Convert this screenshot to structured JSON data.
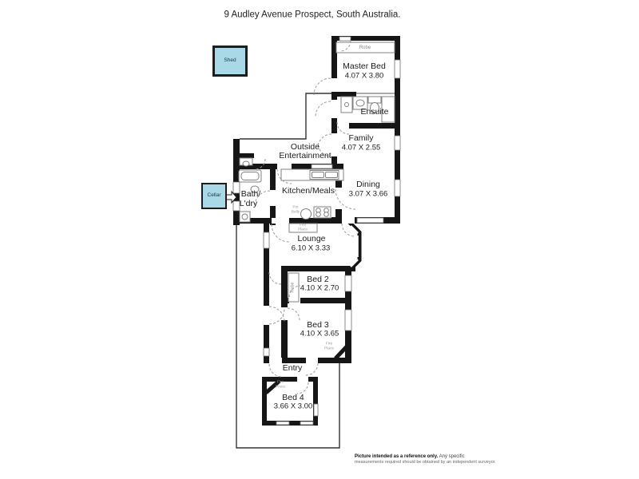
{
  "title": "9 Audley Avenue Prospect, South Australia.",
  "colors": {
    "wall": "#161616",
    "outbuilding_fill": "#a9d8e7"
  },
  "icons": {
    "cellar_access_arrow": "block-arrow-right"
  },
  "outbuildings": {
    "shed": "Shed",
    "cellar": "Cellar"
  },
  "rooms": {
    "master_bed": {
      "name": "Master Bed",
      "dims": "4.07 X 3.80"
    },
    "ensuite": {
      "name": "Ensuite"
    },
    "family": {
      "name": "Family",
      "dims": "4.07 X 2.55"
    },
    "dining": {
      "name": "Dining",
      "dims": "3.07 X 3.66"
    },
    "outside_entertainment": {
      "name_line1": "Outside",
      "name_line2": "Entertainment"
    },
    "kitchen_meals": {
      "name": "Kitchen/Meals"
    },
    "bath_laundry": {
      "name_line1": "Bath/",
      "name_line2": "L'dry"
    },
    "lounge": {
      "name": "Lounge",
      "dims": "6.10 X 3.33"
    },
    "bed2": {
      "name": "Bed 2",
      "dims": "4.10 X 2.70"
    },
    "bed3": {
      "name": "Bed 3",
      "dims": "4.10 X 3.65"
    },
    "entry": {
      "name": "Entry"
    },
    "bed4": {
      "name": "Bed 4",
      "dims": "3.66 X 3.00"
    }
  },
  "annotations": {
    "robe": "Robe",
    "pot_belly": {
      "line1": "Pot",
      "line2": "Belly"
    },
    "fire_place": {
      "line1": "Fire",
      "line2": "Place"
    }
  },
  "disclaimer": {
    "bold": "Picture intended as a reference only.",
    "note_line1": "Any specific",
    "note_line2": "measurements required should be obtained by an independent surveyor."
  }
}
